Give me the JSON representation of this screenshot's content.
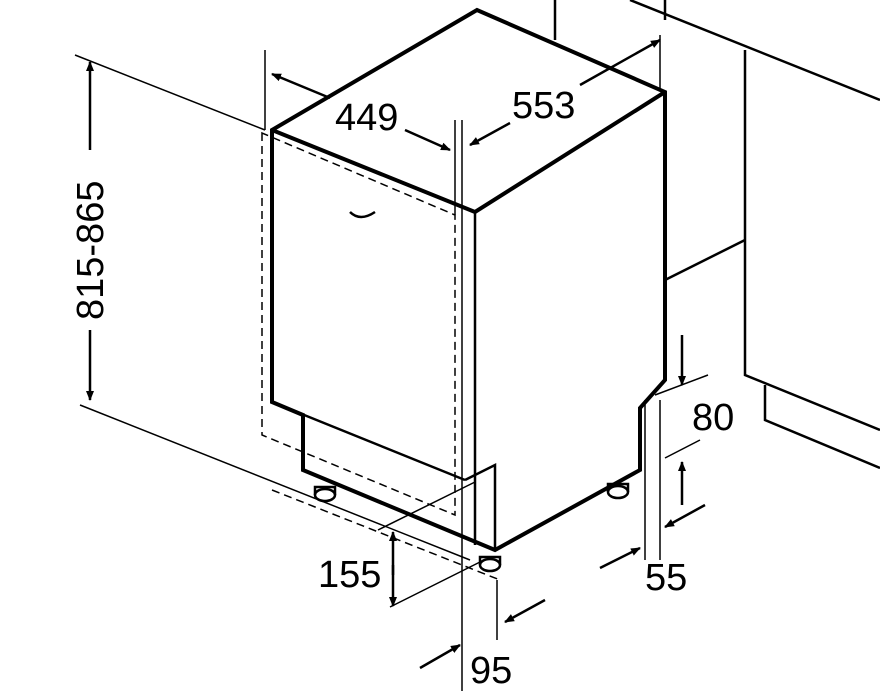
{
  "diagram": {
    "labels": {
      "width": "449",
      "depth": "553",
      "height": "815-865",
      "plinth_height": "80",
      "plinth_depth": "55",
      "door_offset": "155",
      "door_gap": "95"
    }
  }
}
